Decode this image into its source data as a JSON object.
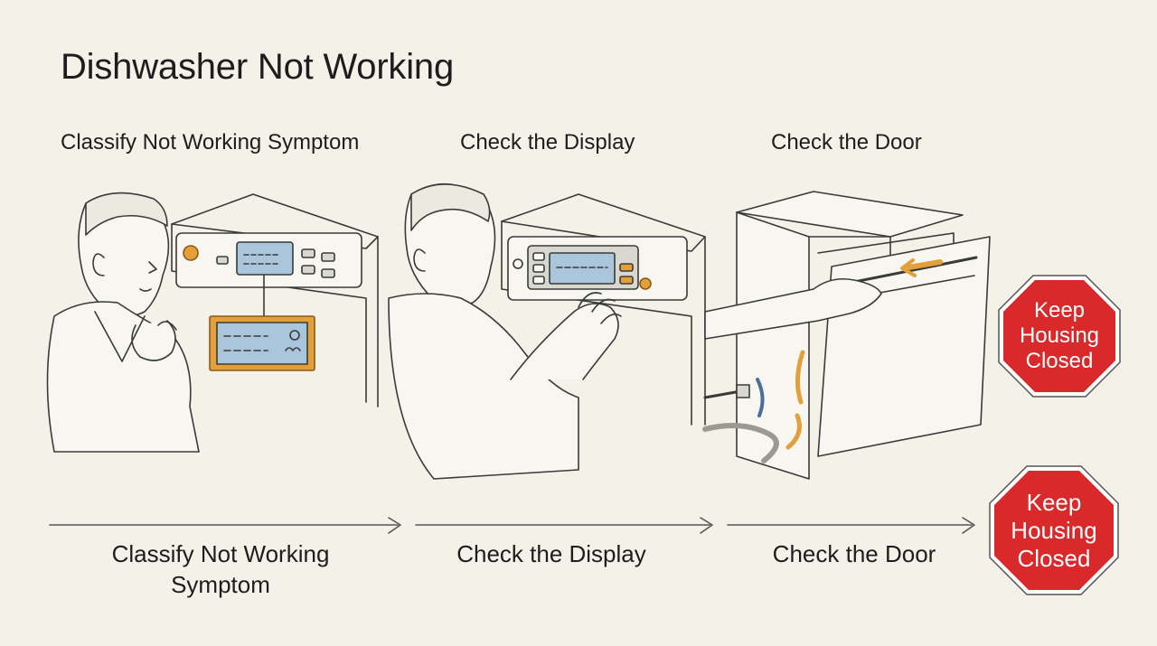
{
  "title": "Dishwasher Not Working",
  "steps": [
    {
      "head": "Classify Not Working Symptom",
      "foot": "Classify Not Working Symptom"
    },
    {
      "head": "Check the Display",
      "foot": "Check the Display"
    },
    {
      "head": "Check the Door",
      "foot": "Check the Door"
    }
  ],
  "warning": {
    "text": "Keep Housing Closed"
  },
  "colors": {
    "background": "#f3f1e8",
    "accent_orange": "#e3a03a",
    "display_blue": "#a9c6dc",
    "stop_red": "#d9292b"
  }
}
